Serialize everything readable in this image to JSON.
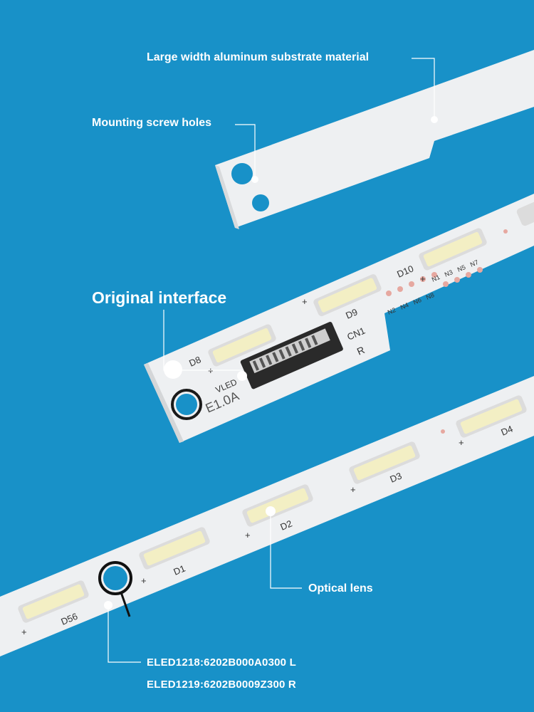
{
  "callouts": {
    "substrate": "Large width aluminum substrate material",
    "screw_holes": "Mounting screw holes",
    "interface": "Original interface",
    "optical_lens": "Optical lens",
    "part_left": "ELED1218:6202B000A0300  L",
    "part_right": "ELED1219:6202B0009Z300  R"
  },
  "pcb_markings": {
    "top_strip": {
      "leds": [
        "D8",
        "D9",
        "D10"
      ],
      "connector": "CN1",
      "connector_mark": "R",
      "pads_top": [
        "N1",
        "N3",
        "N5",
        "N7"
      ],
      "pads_bottom": [
        "N2",
        "N4",
        "N6",
        "N8"
      ],
      "board_code": "E1.0A",
      "edge_text": "VLED"
    },
    "bottom_strip": {
      "leds": [
        "D56",
        "D1",
        "D2",
        "D3",
        "D4"
      ]
    },
    "polarity": "+"
  },
  "colors": {
    "background": "#1891c8",
    "strip": "#eef0f2",
    "led_lens": "#f3efc4",
    "label": "#ffffff"
  }
}
